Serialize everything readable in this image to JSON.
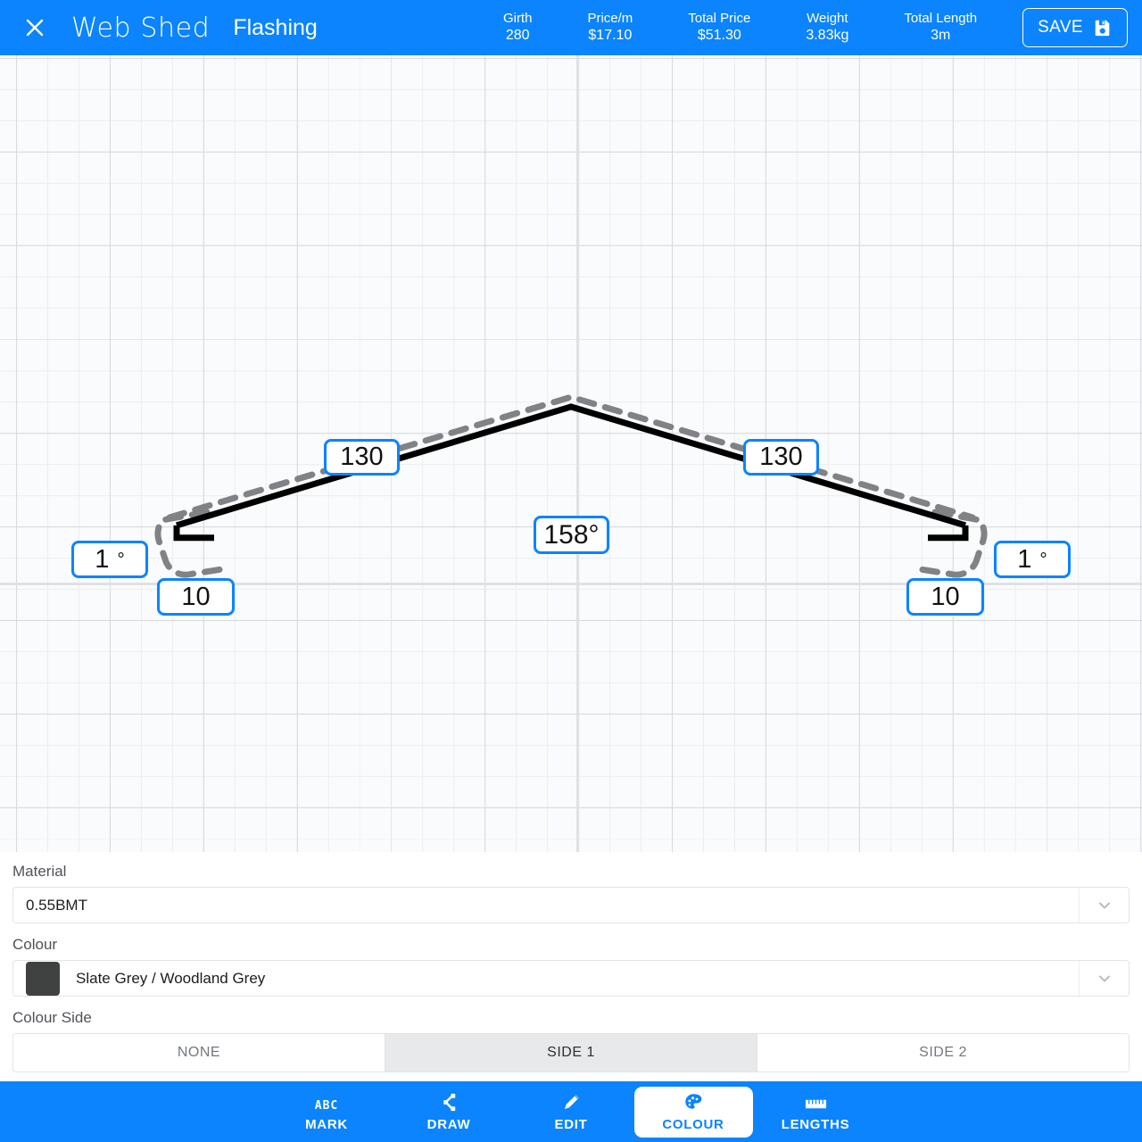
{
  "header": {
    "close_icon": "close-icon",
    "brand": "Web Shed",
    "doc_title": "Flashing",
    "stats": [
      {
        "label": "Girth",
        "value": "280"
      },
      {
        "label": "Price/m",
        "value": "$17.10"
      },
      {
        "label": "Total Price",
        "value": "$51.30"
      },
      {
        "label": "Weight",
        "value": "3.83kg"
      },
      {
        "label": "Total Length",
        "value": "3m"
      }
    ],
    "save_label": "SAVE",
    "save_icon": "save-floppy-icon",
    "accent": "#0b84fe"
  },
  "canvas": {
    "dimensions": {
      "length_left": "130",
      "length_right": "130",
      "angle_apex": "158°",
      "angle_left": "1",
      "angle_right": "1",
      "degree_symbol": "°",
      "return_left": "10",
      "return_right": "10"
    },
    "profile_stroke": "#000000",
    "outline_stroke": "#808285",
    "bubble_border": "#0b84fe"
  },
  "form": {
    "material_label": "Material",
    "material_value": "0.55BMT",
    "colour_label": "Colour",
    "colour_value": "Slate Grey / Woodland Grey",
    "colour_swatch": "#3f4240",
    "colour_side_label": "Colour Side",
    "colour_sides": [
      {
        "label": "NONE",
        "active": false
      },
      {
        "label": "SIDE 1",
        "active": true
      },
      {
        "label": "SIDE 2",
        "active": false
      }
    ]
  },
  "toolbar": {
    "tools": [
      {
        "label": "MARK",
        "icon": "abc-text-icon",
        "active": false
      },
      {
        "label": "DRAW",
        "icon": "node-path-icon",
        "active": false
      },
      {
        "label": "EDIT",
        "icon": "pencil-icon",
        "active": false
      },
      {
        "label": "COLOUR",
        "icon": "palette-icon",
        "active": true
      },
      {
        "label": "LENGTHS",
        "icon": "ruler-icon",
        "active": false
      }
    ]
  }
}
